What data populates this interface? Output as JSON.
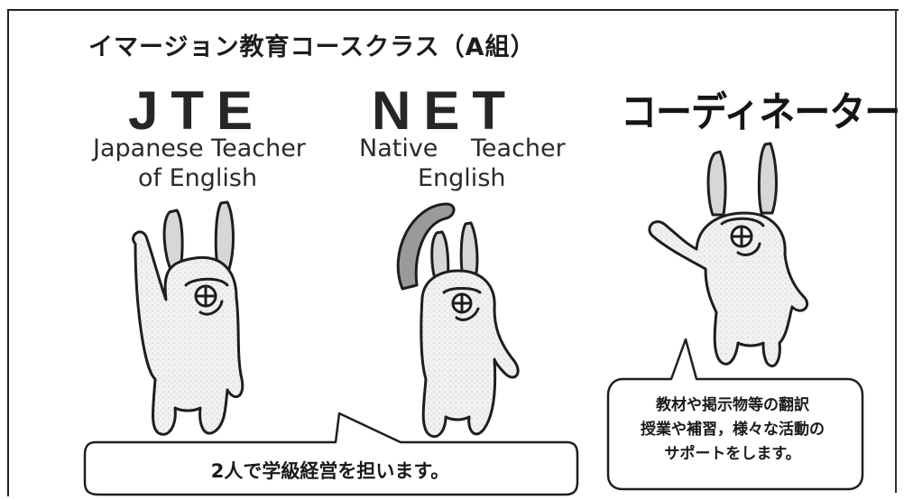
{
  "title": "イマージョン教育コースクラス（A組）",
  "roles": {
    "jte": {
      "abbr": "JTE",
      "line1": "Japanese Teacher",
      "line2": "of English"
    },
    "net": {
      "abbr": "NET",
      "line1": "Native Teacher",
      "line2": "English"
    },
    "coordinator": {
      "label": "コーディネーター"
    }
  },
  "speech": {
    "teachers": "2人で学級経営を担います。",
    "coordinator_lines": [
      "教材や掲示物等の翻訳",
      "授業や補習，様々な活動の",
      "サポートをします。"
    ]
  },
  "colors": {
    "ink": "#1a1a1a",
    "paper": "#ffffff",
    "figure_fill": "#efefef",
    "ear_shade": "#9a9a9a"
  },
  "icons": [
    "rabbit-figure-jte",
    "rabbit-figure-net",
    "rabbit-figure-coordinator"
  ]
}
